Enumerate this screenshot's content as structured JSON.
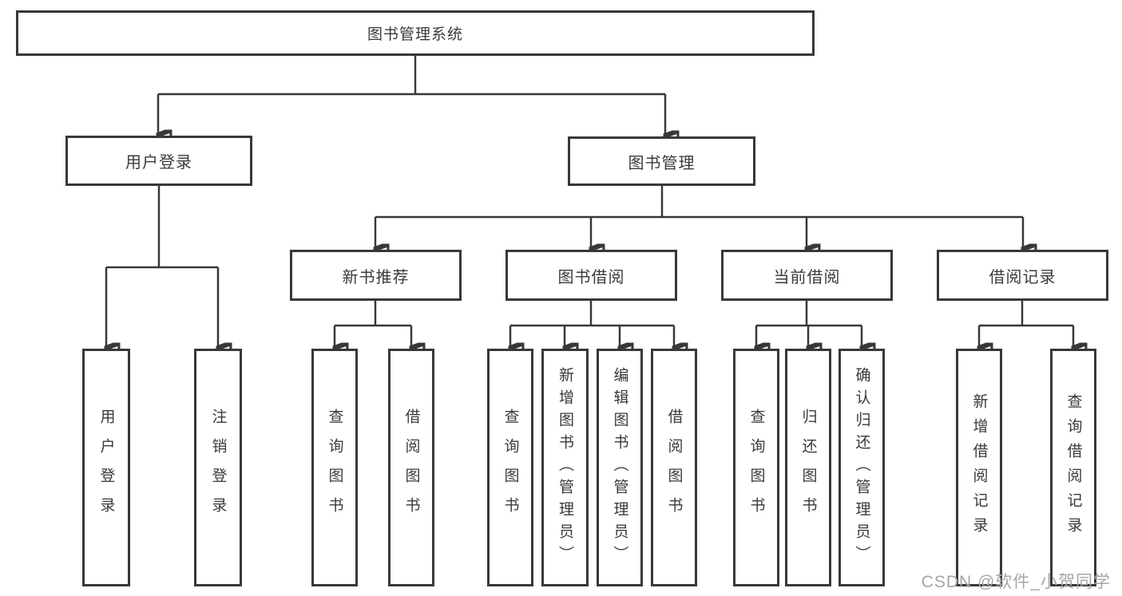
{
  "diagram": {
    "root": {
      "label": "图书管理系统"
    },
    "branches": [
      {
        "label": "用户登录",
        "leaves": [
          {
            "label": "用户登录"
          },
          {
            "label": "注销登录"
          }
        ]
      },
      {
        "label": "图书管理",
        "groups": [
          {
            "label": "新书推荐",
            "leaves": [
              {
                "label": "查询图书"
              },
              {
                "label": "借阅图书"
              }
            ]
          },
          {
            "label": "图书借阅",
            "leaves": [
              {
                "label": "查询图书"
              },
              {
                "label": "新增图书（管理员）"
              },
              {
                "label": "编辑图书（管理员）"
              },
              {
                "label": "借阅图书"
              }
            ]
          },
          {
            "label": "当前借阅",
            "leaves": [
              {
                "label": "查询图书"
              },
              {
                "label": "归还图书"
              },
              {
                "label": "确认归还（管理员）"
              }
            ]
          },
          {
            "label": "借阅记录",
            "leaves": [
              {
                "label": "新增借阅记录"
              },
              {
                "label": "查询借阅记录"
              }
            ]
          }
        ]
      }
    ]
  },
  "watermark": {
    "text": "CSDN @软件_小贺同学"
  },
  "colors": {
    "line": "#383838",
    "box_border": "#383838",
    "box_fill": "#ffffff",
    "text": "#3a3a3a",
    "watermark": "#a6a6a6"
  }
}
